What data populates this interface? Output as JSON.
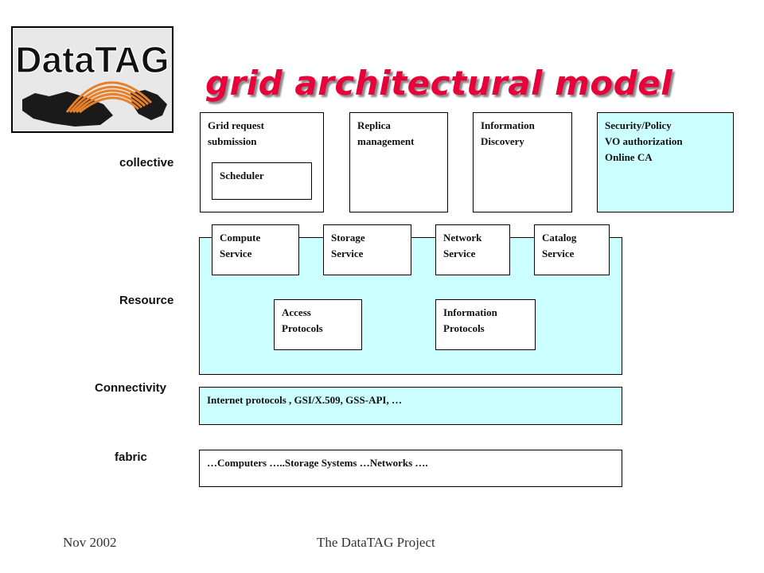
{
  "logo": {
    "text": "DataTAG"
  },
  "title": "grid architectural model",
  "layers": {
    "collective": "collective",
    "resource": "Resource",
    "connectivity": "Connectivity",
    "fabric": "fabric"
  },
  "collective_boxes": {
    "grid_request": [
      "Grid request",
      "submission"
    ],
    "scheduler": "Scheduler",
    "replica": [
      "Replica",
      "management"
    ],
    "information_discovery": [
      "Information",
      "Discovery"
    ],
    "security": [
      "Security/Policy",
      "VO authorization",
      "Online CA"
    ]
  },
  "resource_boxes": {
    "compute": [
      "Compute",
      "Service"
    ],
    "storage": [
      "Storage",
      "Service"
    ],
    "network": [
      "Network",
      "Service"
    ],
    "catalog": [
      "Catalog",
      "Service"
    ],
    "access": [
      "Access",
      "Protocols"
    ],
    "information_protocols": [
      "Information",
      "Protocols"
    ]
  },
  "connectivity_text": "Internet protocols ,  GSI/X.509, GSS-API, …",
  "fabric_text": "…Computers …..Storage Systems  …Networks ….",
  "footer": {
    "date": "Nov 2002",
    "project": "The DataTAG Project"
  },
  "colors": {
    "title": "#e8003a",
    "cyan": "#ccffff",
    "logo_bg": "#e8e8e8"
  }
}
